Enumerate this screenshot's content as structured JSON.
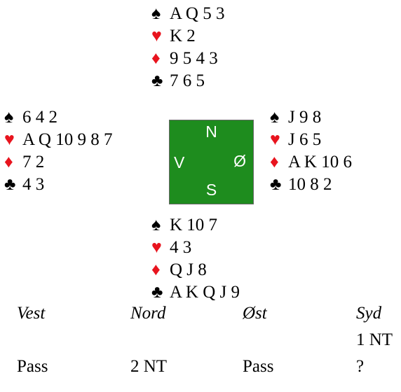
{
  "hands": {
    "north": {
      "spades": "A Q 5 3",
      "hearts": "K 2",
      "diamonds": "9 5 4 3",
      "clubs": "7 6 5"
    },
    "west": {
      "spades": "6 4 2",
      "hearts": "A Q 10 9 8 7",
      "diamonds": "7 2",
      "clubs": "4 3"
    },
    "east": {
      "spades": "J 9 8",
      "hearts": "J 6 5",
      "diamonds": "A K 10 6",
      "clubs": "10 8 2"
    },
    "south": {
      "spades": "K 10 7",
      "hearts": "4 3",
      "diamonds": "Q J 8",
      "clubs": "A K Q J 9"
    }
  },
  "suit_symbols": {
    "spades": "♠",
    "hearts": "♥",
    "diamonds": "♦",
    "clubs": "♣"
  },
  "compass": {
    "north": "N",
    "south": "S",
    "west": "V",
    "east": "Ø",
    "color": "#1e8c1e"
  },
  "auction": {
    "headers": [
      "Vest",
      "Nord",
      "Øst",
      "Syd"
    ],
    "rows": [
      [
        "",
        "",
        "",
        "1 NT"
      ],
      [
        "Pass",
        "2 NT",
        "Pass",
        "?"
      ]
    ]
  },
  "colors": {
    "red_suit": "#e8141e",
    "black_suit": "#000000"
  }
}
